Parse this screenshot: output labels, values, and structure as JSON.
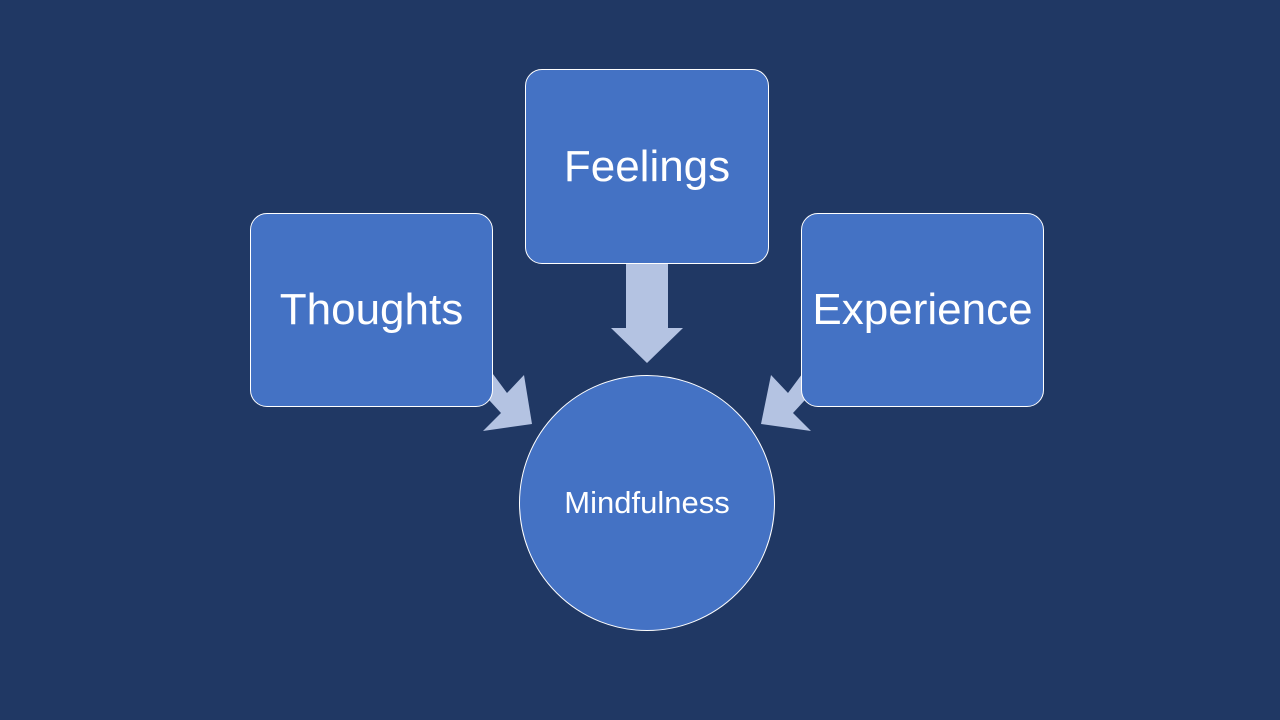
{
  "diagram": {
    "inputs": [
      {
        "id": "thoughts",
        "label": "Thoughts"
      },
      {
        "id": "feelings",
        "label": "Feelings"
      },
      {
        "id": "experience",
        "label": "Experience"
      }
    ],
    "center": {
      "label": "Mindfulness"
    },
    "colors": {
      "background": "#203864",
      "node_fill": "#4472c4",
      "node_border": "#ffffff",
      "arrow": "#b4c3e2",
      "text": "#ffffff"
    }
  }
}
